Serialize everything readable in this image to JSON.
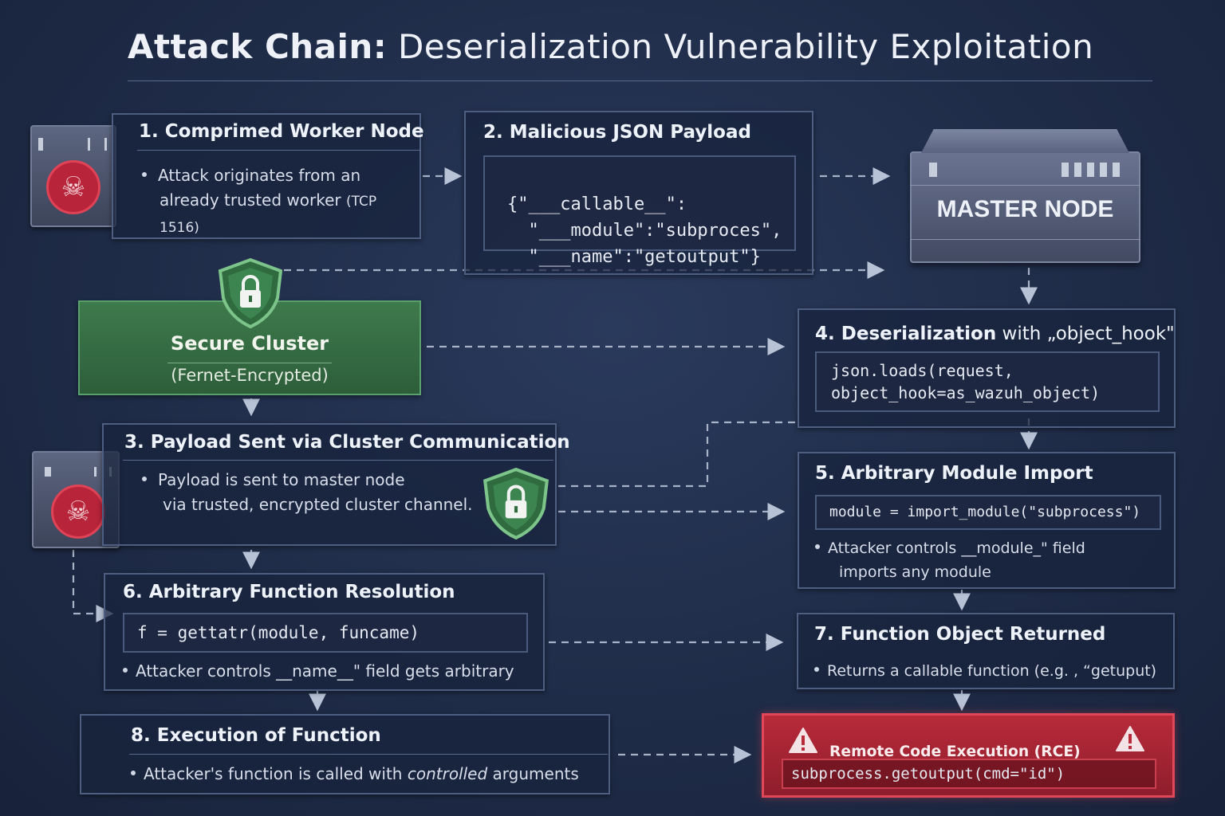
{
  "title": {
    "bold": "Attack Chain:",
    "rest": "Deserialization Vulnerability Exploitation"
  },
  "step1": {
    "heading": "1. Comprimed Worker Node",
    "line1": "Attack originates from an",
    "line2": "already trusted worker",
    "note": "(TCP 1516)"
  },
  "step2": {
    "heading": "2. Malicious JSON Payload",
    "code": [
      "{\"___callable__\":",
      "  \"___module\":\"subproces\",",
      "  \"___name\":\"getoutput\"}"
    ]
  },
  "master": {
    "label": "MASTER NODE"
  },
  "secure": {
    "title": "Secure Cluster",
    "subtitle": "(Fernet-Encrypted)"
  },
  "step3": {
    "heading": "3. Payload Sent via Cluster Communication",
    "line1": "Payload is sent to master node",
    "line2": "via trusted, encrypted cluster channel."
  },
  "step4": {
    "heading_bold": "4. Deserialization",
    "heading_rest": " with „object_hook\"",
    "code": [
      "json.loads(request,",
      "object_hook=as_wazuh_object)"
    ]
  },
  "step5": {
    "heading": "5. Arbitrary Module Import",
    "code": "module = import_module(\"subprocess\")",
    "line1": "Attacker controls __module_\" field",
    "line2": "imports any module"
  },
  "step6": {
    "heading": "6. Arbitrary Function Resolution",
    "code": "f = gettatr(module, funcame)",
    "line1": "Attacker controls __name__\" field  gets arbitrary"
  },
  "step7": {
    "heading": "7. Function Object Returned",
    "line1": "Returns a callable function (e.g. , “getuput)"
  },
  "step8": {
    "heading": "8. Execution of Function",
    "line1a": "Attacker's function is called with ",
    "line1b": "controlled",
    "line1c": " arguments"
  },
  "rce": {
    "heading": "Remote Code Execution (RCE)",
    "code": "subprocess.getoutput(cmd=\"id\")"
  },
  "colors": {
    "background": "#1f2c48",
    "secure": "#2d5e3a",
    "rce": "#8f1e2c",
    "accent_red": "#b8243a"
  },
  "icons": [
    "skull-icon",
    "lock-shield-icon",
    "warning-icon",
    "server-icon"
  ]
}
